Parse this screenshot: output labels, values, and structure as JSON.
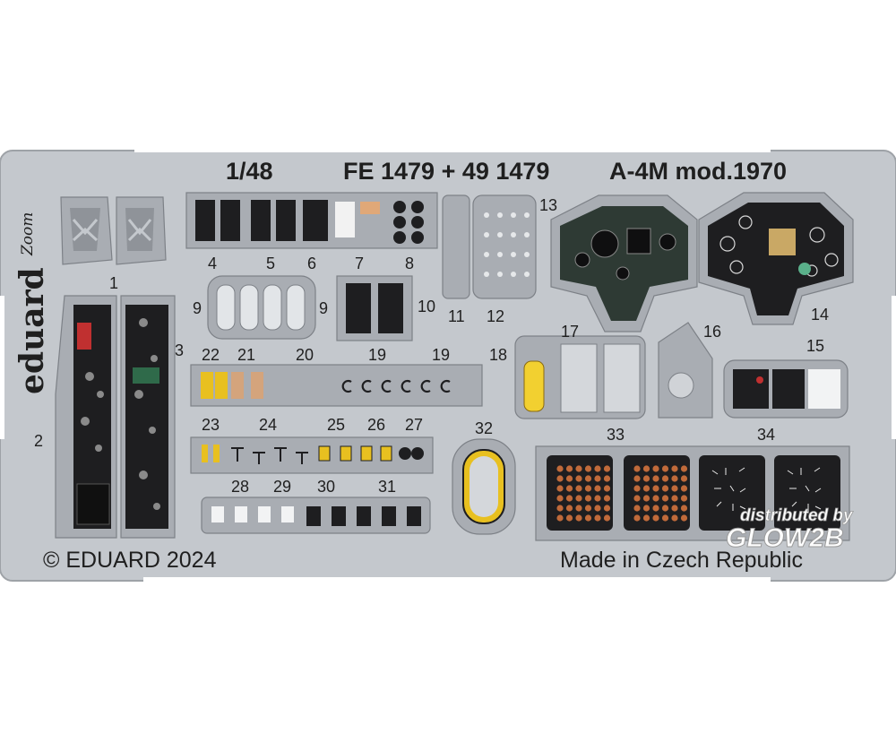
{
  "header": {
    "scale": "1/48",
    "codes": "FE 1479 + 49 1479",
    "model": "A-4M mod.1970"
  },
  "brand": {
    "logo": "eduard",
    "series": "Zoom"
  },
  "footer": {
    "copyright": "© EDUARD 2024",
    "origin": "Made in Czech Republic"
  },
  "watermark": {
    "line1": "distributed by",
    "line2": "GLOW2B"
  },
  "part_numbers": [
    "1",
    "2",
    "3",
    "4",
    "5",
    "6",
    "7",
    "8",
    "9",
    "9",
    "10",
    "11",
    "12",
    "13",
    "14",
    "15",
    "16",
    "17",
    "18",
    "19",
    "19",
    "20",
    "21",
    "22",
    "23",
    "24",
    "25",
    "26",
    "27",
    "28",
    "29",
    "30",
    "31",
    "32",
    "33",
    "34"
  ],
  "colors": {
    "fret": "#c4c8cd",
    "background": "#ffffff",
    "panel": "#1e1e20",
    "copper": "#c06a3a",
    "yellow": "#e8c020"
  }
}
